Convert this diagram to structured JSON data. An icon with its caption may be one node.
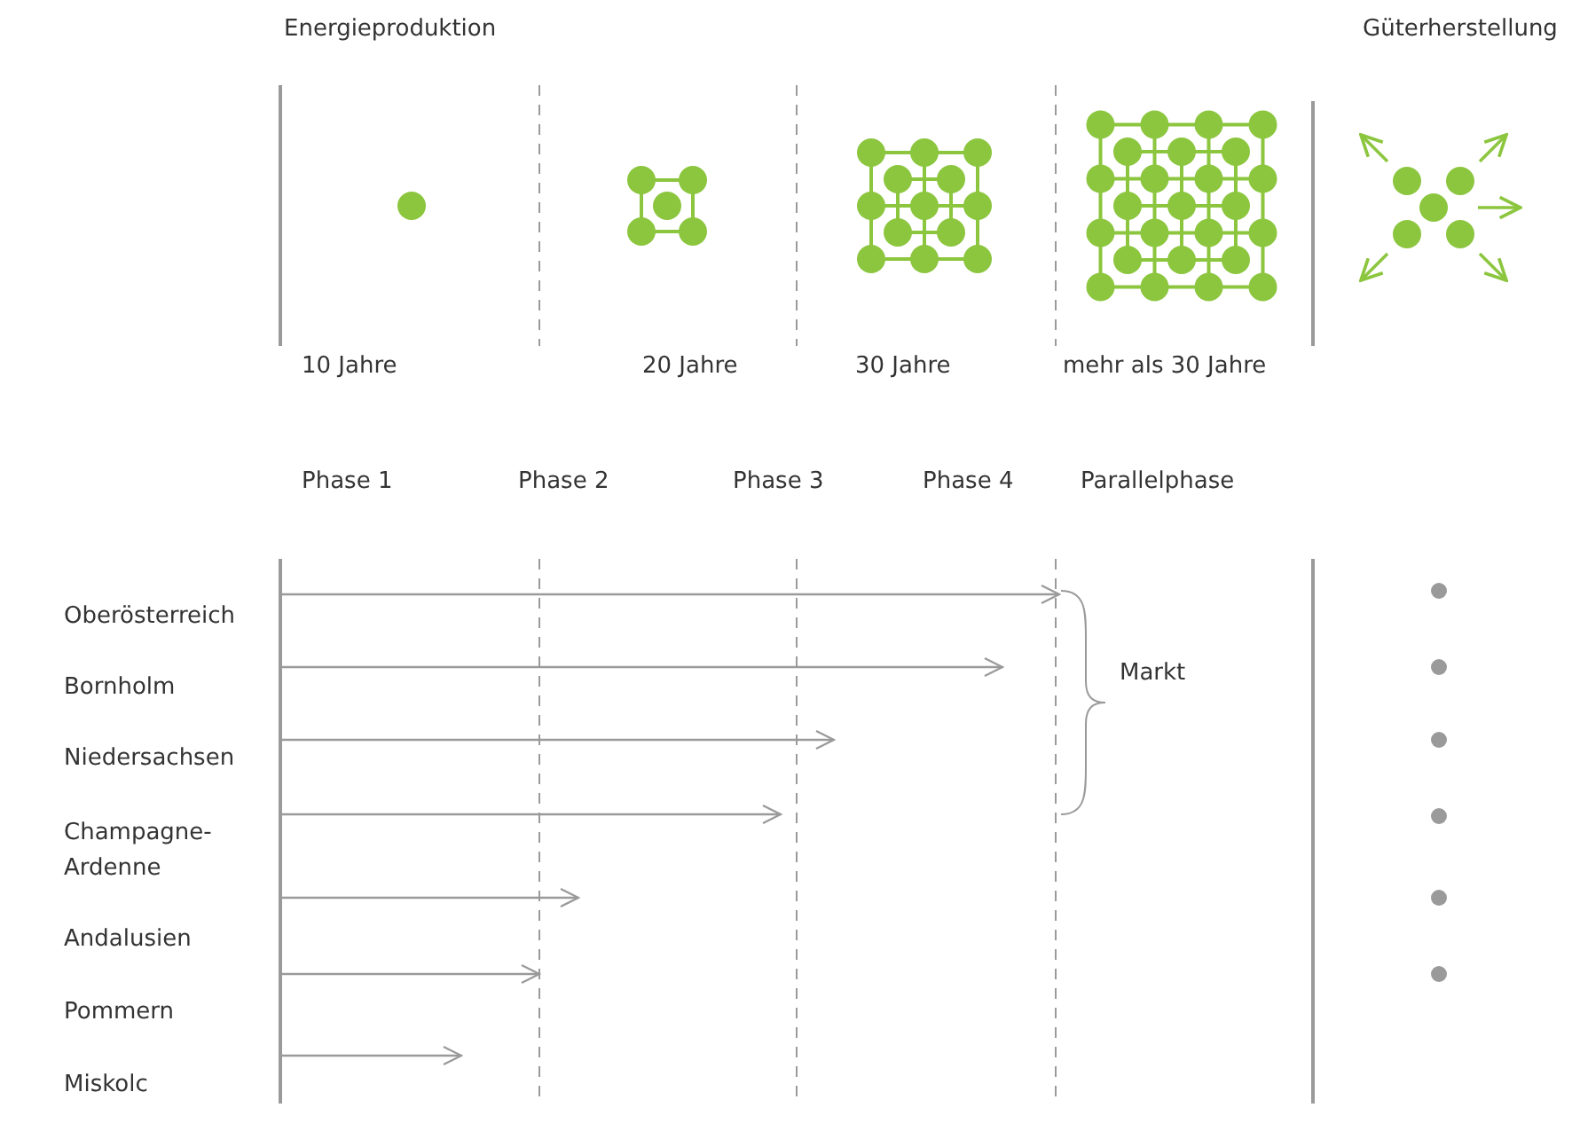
{
  "diagram": {
    "nodes": [
      {
        "text": [
          "Oberösterreich"
        ]
      },
      {
        "text": [
          "Bornholm"
        ]
      },
      {
        "text": [
          "Niedersachsen"
        ]
      },
      {
        "text": [
          "Champagne-Ardenne"
        ]
      },
      {
        "text": [
          "Andalusien"
        ]
      },
      {
        "text": [
          "Pommern"
        ]
      },
      {
        "text": [
          "Miskolc"
        ]
      },
      {
        "text": [],
        "shape": "bar"
      },
      {
        "text": [],
        "shape": "brace",
        "beside": [
          "Markt"
        ]
      }
    ],
    "edges": [
      {
        "from": 7,
        "to": 8,
        "arrow": "to"
      },
      {
        "from": 7,
        "to": null,
        "arrow": "to"
      },
      {
        "from": 7,
        "to": null,
        "arrow": "to"
      },
      {
        "from": 7,
        "to": null,
        "arrow": "to"
      },
      {
        "from": 7,
        "to": null,
        "arrow": "to"
      },
      {
        "from": 7,
        "to": null,
        "arrow": "to"
      },
      {
        "from": 7,
        "to": null,
        "arrow": "to"
      }
    ],
    "labels": [
      "Energieproduktion",
      "Güterherstellung",
      "10 Jahre",
      "20 Jahre",
      "30 Jahre",
      "mehr als 30 Jahre",
      "Phase 1",
      "Phase 2",
      "Phase 3",
      "Phase 4",
      "Parallelphase"
    ]
  }
}
